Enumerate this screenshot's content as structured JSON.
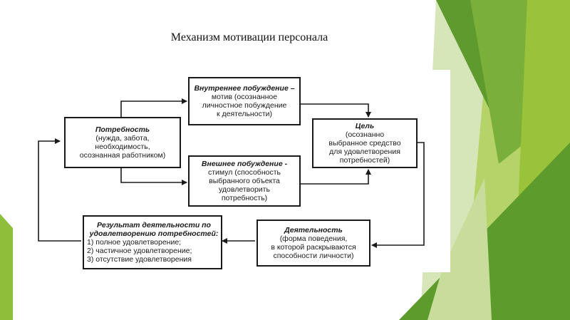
{
  "slide": {
    "title": "Механизм мотивации персонала"
  },
  "diagram": {
    "need": {
      "head": "Потребность",
      "lines": [
        "(нужда, забота,",
        "необходимость,",
        "осознанная работником)"
      ]
    },
    "inner": {
      "head": "Внутреннее побуждение –",
      "lines": [
        "мотив (осознанное",
        "личностное побуждение",
        "к деятельности)"
      ]
    },
    "outer": {
      "head": "Внешнее побуждение -",
      "lines": [
        "стимул (способность",
        "выбранного объекта",
        "удовлетворить",
        "потребность)"
      ]
    },
    "goal": {
      "head": "Цель",
      "lines": [
        "(осознанно",
        "выбранное средство",
        "для удовлетворения",
        "потребностей)"
      ]
    },
    "activity": {
      "head": "Деятельность",
      "lines": [
        "(форма поведения,",
        "в которой раскрываются",
        "способности личности)"
      ]
    },
    "result": {
      "head_lines": [
        "Результат деятельности по",
        "удовлетворению потребностей:"
      ],
      "lines": [
        "1) полное удовлетворение;",
        "2) частичное удовлетворение;",
        "3) отсутствие удовлетворения"
      ]
    }
  },
  "colors": {
    "green_dark": "#5a8f2c",
    "green_mid": "#7fb13a",
    "green_light": "#a8cc3c",
    "green_pale": "#d4e4b4",
    "line": "#1a1a1a"
  }
}
